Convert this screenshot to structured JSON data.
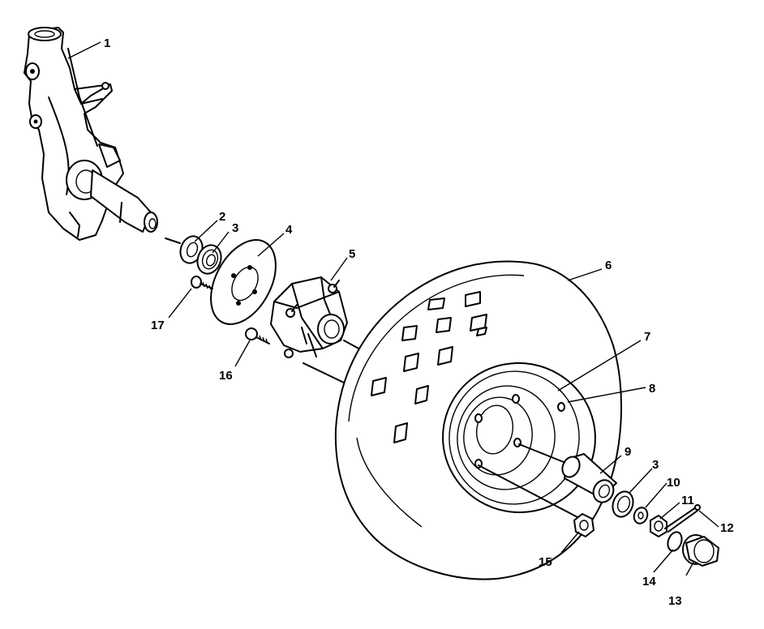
{
  "callouts": [
    {
      "id": "1",
      "text": "1"
    },
    {
      "id": "2",
      "text": "2"
    },
    {
      "id": "3a",
      "text": "3"
    },
    {
      "id": "4",
      "text": "4"
    },
    {
      "id": "5",
      "text": "5"
    },
    {
      "id": "6",
      "text": "6"
    },
    {
      "id": "7",
      "text": "7"
    },
    {
      "id": "8",
      "text": "8"
    },
    {
      "id": "9",
      "text": "9"
    },
    {
      "id": "3b",
      "text": "3"
    },
    {
      "id": "10",
      "text": "10"
    },
    {
      "id": "11",
      "text": "11"
    },
    {
      "id": "12",
      "text": "12"
    },
    {
      "id": "13",
      "text": "13"
    },
    {
      "id": "14",
      "text": "14"
    },
    {
      "id": "15",
      "text": "15"
    },
    {
      "id": "16",
      "text": "16"
    },
    {
      "id": "17",
      "text": "17"
    }
  ]
}
